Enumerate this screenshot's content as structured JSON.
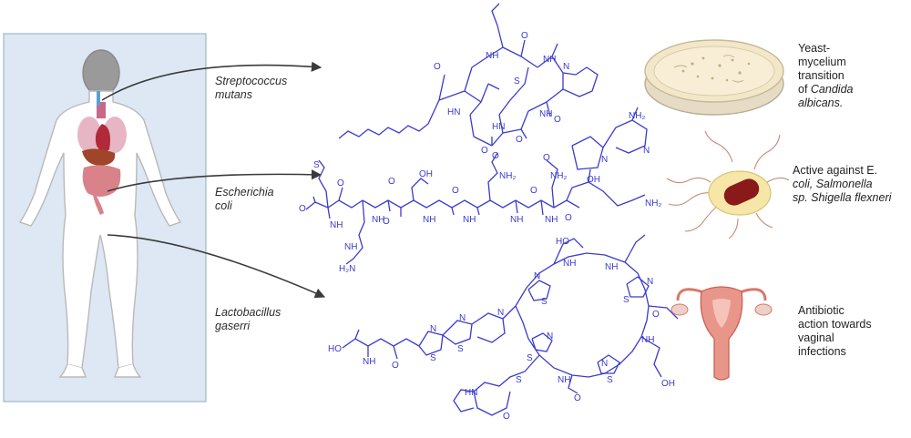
{
  "organisms": [
    {
      "line1": "Streptococcus",
      "line2": "mutans"
    },
    {
      "line1": "Escherichia",
      "line2": "coli"
    },
    {
      "line1": "Lactobacillus",
      "line2": "gaserri"
    }
  ],
  "effects": [
    {
      "lines": [
        "Yeast-",
        "mycelium",
        "transition",
        "of "
      ],
      "italic_tail": [
        "Candida",
        "albicans."
      ]
    },
    {
      "line1": "Active against E.",
      "line2_italic": "coli, Salmonella",
      "line3_italic_a": "sp. Shigella flexneri"
    },
    {
      "lines": [
        "Antibiotic",
        "action towards",
        "vaginal",
        "infections"
      ]
    }
  ],
  "chem_labels": {
    "nh": "NH",
    "hn": "HN",
    "n": "N",
    "o": "O",
    "s": "S",
    "oh": "OH",
    "ho": "HO",
    "nh2": "NH₂",
    "h2n": "H₂N",
    "nh_r": "NH"
  },
  "colors": {
    "molecule": "#3b3bcc",
    "panel_fill": "#dde8f4",
    "panel_stroke": "#9fb6cf",
    "arrow": "#3a3a3a",
    "body_stroke": "#b9b9b9",
    "dish_fill": "#f3e7c9",
    "bacterium": "#8a1a1a",
    "uterus": "#d9786a"
  }
}
